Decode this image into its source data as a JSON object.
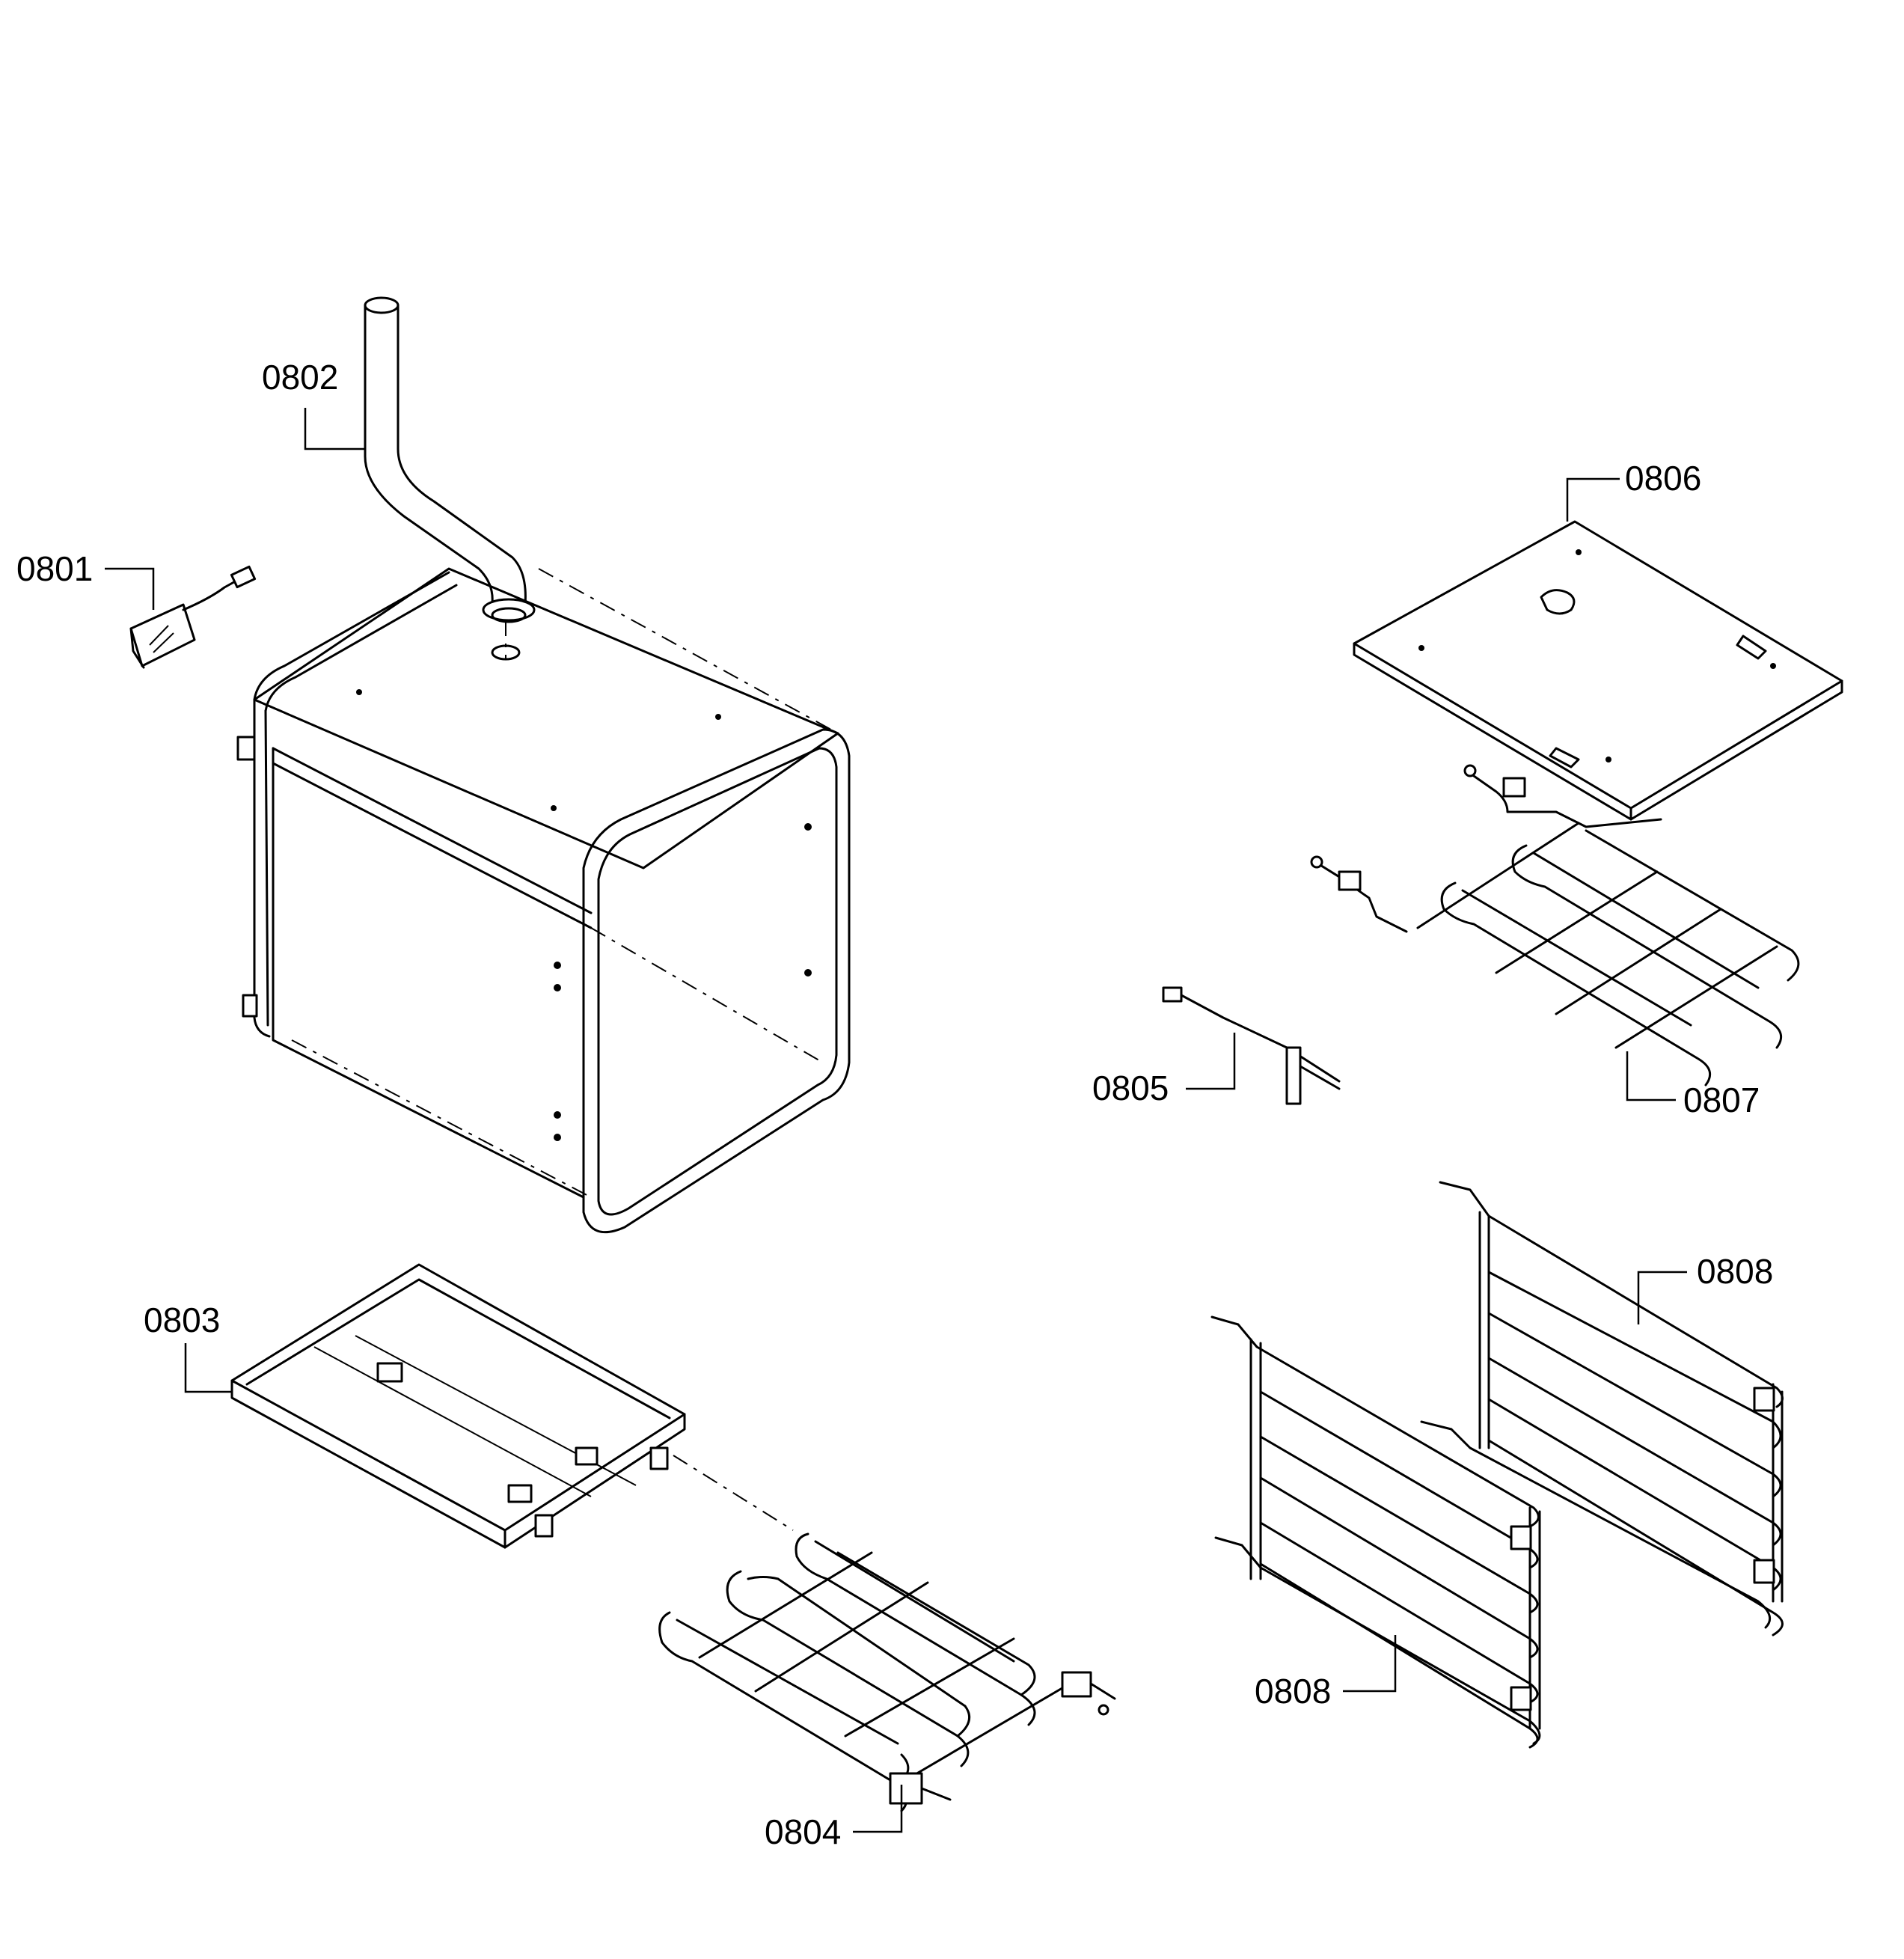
{
  "callouts": {
    "p0801": "0801",
    "p0802": "0802",
    "p0803": "0803",
    "p0804": "0804",
    "p0805": "0805",
    "p0806": "0806",
    "p0807": "0807",
    "p0808_upper": "0808",
    "p0808_lower": "0808"
  }
}
